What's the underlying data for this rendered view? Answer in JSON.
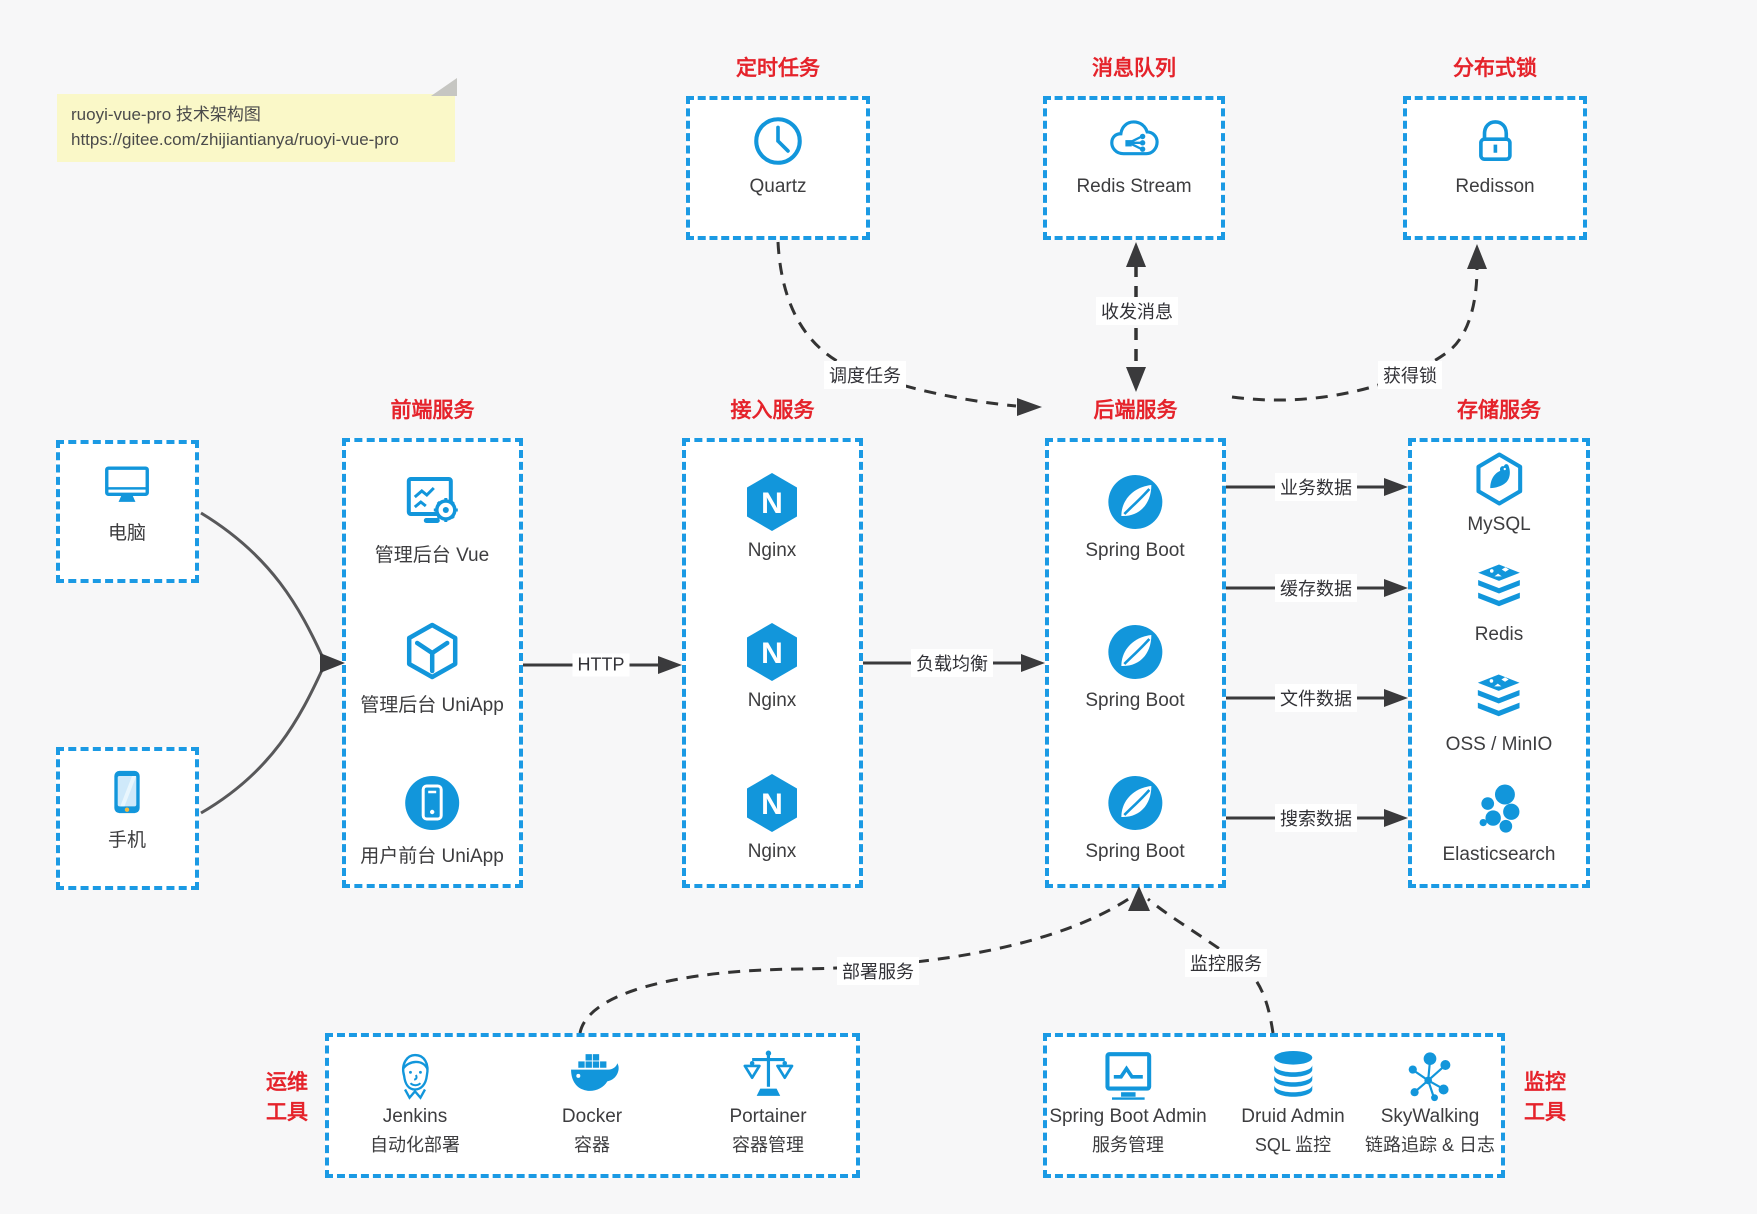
{
  "note": {
    "line1": "ruoyi-vue-pro 技术架构图",
    "line2": "https://gitee.com/zhijiantianya/ruoyi-vue-pro"
  },
  "colors": {
    "accent_blue": "#1296db",
    "border_blue": "#1b9ae4",
    "title_red": "#e5232b",
    "arrow_dark": "#333333",
    "note_bg": "#faf8c8"
  },
  "icons": {
    "nginx_letter": "N"
  },
  "top_boxes": [
    {
      "title": "定时任务",
      "label": "Quartz",
      "icon": "clock-icon"
    },
    {
      "title": "消息队列",
      "label": "Redis Stream",
      "icon": "cloud-network-icon"
    },
    {
      "title": "分布式锁",
      "label": "Redisson",
      "icon": "lock-icon"
    }
  ],
  "clients": [
    {
      "label": "电脑",
      "icon": "desktop-icon"
    },
    {
      "label": "手机",
      "icon": "phone-icon"
    }
  ],
  "frontend": {
    "title": "前端服务",
    "items": [
      "管理后台 Vue",
      "管理后台 UniApp",
      "用户前台 UniApp"
    ]
  },
  "gateway": {
    "title": "接入服务",
    "items": [
      "Nginx",
      "Nginx",
      "Nginx"
    ]
  },
  "backend": {
    "title": "后端服务",
    "items": [
      "Spring Boot",
      "Spring Boot",
      "Spring Boot"
    ]
  },
  "storage": {
    "title": "存储服务",
    "items": [
      "MySQL",
      "Redis",
      "OSS / MinIO",
      "Elasticsearch"
    ]
  },
  "ops": {
    "title_line1": "运维",
    "title_line2": "工具",
    "items": [
      {
        "name": "Jenkins",
        "desc": "自动化部署"
      },
      {
        "name": "Docker",
        "desc": "容器"
      },
      {
        "name": "Portainer",
        "desc": "容器管理"
      }
    ]
  },
  "monitor": {
    "title_line1": "监控",
    "title_line2": "工具",
    "items": [
      {
        "name": "Spring Boot Admin",
        "desc": "服务管理"
      },
      {
        "name": "Druid Admin",
        "desc": "SQL 监控"
      },
      {
        "name": "SkyWalking",
        "desc": "链路追踪 & 日志"
      }
    ]
  },
  "edges": {
    "http": "HTTP",
    "load_balance": "负载均衡",
    "business": "业务数据",
    "cache": "缓存数据",
    "file": "文件数据",
    "search": "搜索数据",
    "schedule": "调度任务",
    "message": "收发消息",
    "lock": "获得锁",
    "deploy": "部署服务",
    "monitoring": "监控服务"
  }
}
